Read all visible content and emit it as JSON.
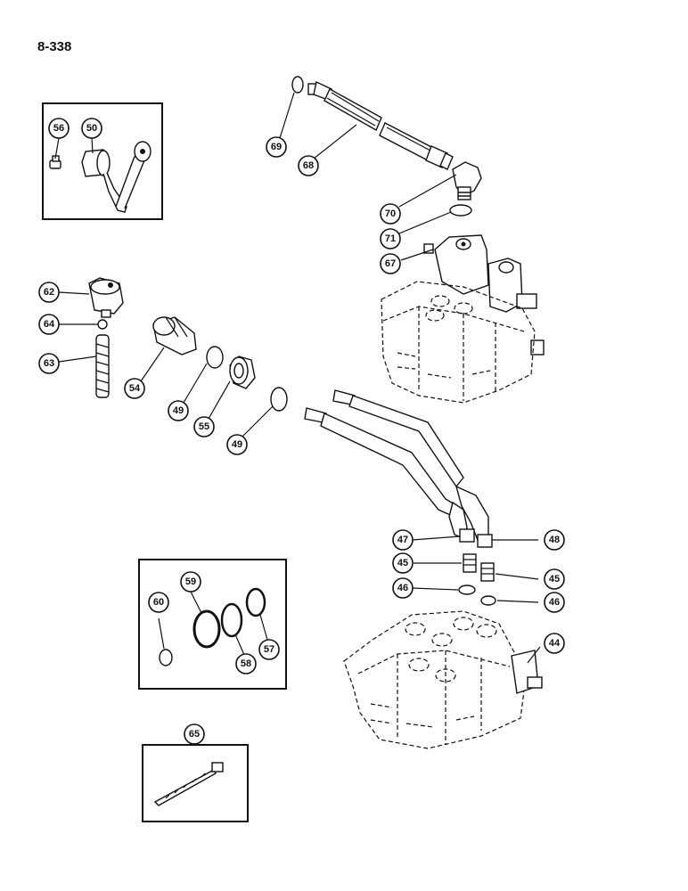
{
  "page_number": "8-338",
  "callouts": [
    {
      "id": "c56",
      "label": "56"
    },
    {
      "id": "c50",
      "label": "50"
    },
    {
      "id": "c69",
      "label": "69"
    },
    {
      "id": "c68",
      "label": "68"
    },
    {
      "id": "c70",
      "label": "70"
    },
    {
      "id": "c71",
      "label": "71"
    },
    {
      "id": "c67",
      "label": "67"
    },
    {
      "id": "c62",
      "label": "62"
    },
    {
      "id": "c64",
      "label": "64"
    },
    {
      "id": "c63",
      "label": "63"
    },
    {
      "id": "c54",
      "label": "54"
    },
    {
      "id": "c49a",
      "label": "49"
    },
    {
      "id": "c55",
      "label": "55"
    },
    {
      "id": "c49b",
      "label": "49"
    },
    {
      "id": "c47",
      "label": "47"
    },
    {
      "id": "c48",
      "label": "48"
    },
    {
      "id": "c45a",
      "label": "45"
    },
    {
      "id": "c45b",
      "label": "45"
    },
    {
      "id": "c46a",
      "label": "46"
    },
    {
      "id": "c46b",
      "label": "46"
    },
    {
      "id": "c44",
      "label": "44"
    },
    {
      "id": "c59",
      "label": "59"
    },
    {
      "id": "c60",
      "label": "60"
    },
    {
      "id": "c58",
      "label": "58"
    },
    {
      "id": "c57",
      "label": "57"
    },
    {
      "id": "c65",
      "label": "65"
    }
  ]
}
